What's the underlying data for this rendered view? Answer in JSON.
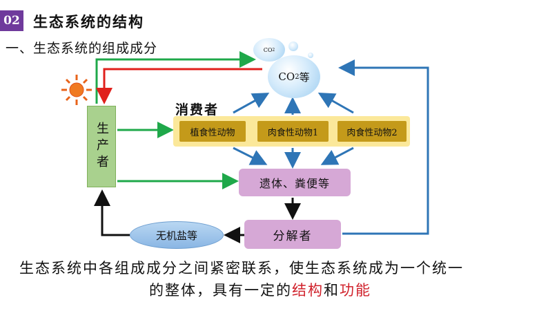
{
  "header": {
    "badge": "02",
    "title": "生态系统的结构"
  },
  "subtitle": "一、生态系统的组成成分",
  "nodes": {
    "producer": "生产者",
    "consumer_label": "消费者",
    "herbivore": "植食性动物",
    "carnivore1": "肉食性动物1",
    "carnivore2": "肉食性动物2",
    "remains": "遗体、粪便等",
    "decomposer": "分解者",
    "salts": "无机盐等",
    "co2_small": "CO",
    "co2_small_sub": "2",
    "co2_main": "CO",
    "co2_main_sub": "2",
    "co2_main_suffix": "等"
  },
  "summary": {
    "line1": "生态系统中各组成成分之间紧密联系，使生态系统成为一个统一",
    "line2_a": "的整体，具有一定的",
    "line2_b": "结构",
    "line2_c": "和",
    "line2_d": "功能"
  },
  "colors": {
    "green_arrow": "#1fa84a",
    "red_arrow": "#e0201c",
    "blue_arrow": "#2e75b6",
    "black_arrow": "#111111",
    "badge": "#6f3a9c",
    "highlight": "#d0202a"
  }
}
